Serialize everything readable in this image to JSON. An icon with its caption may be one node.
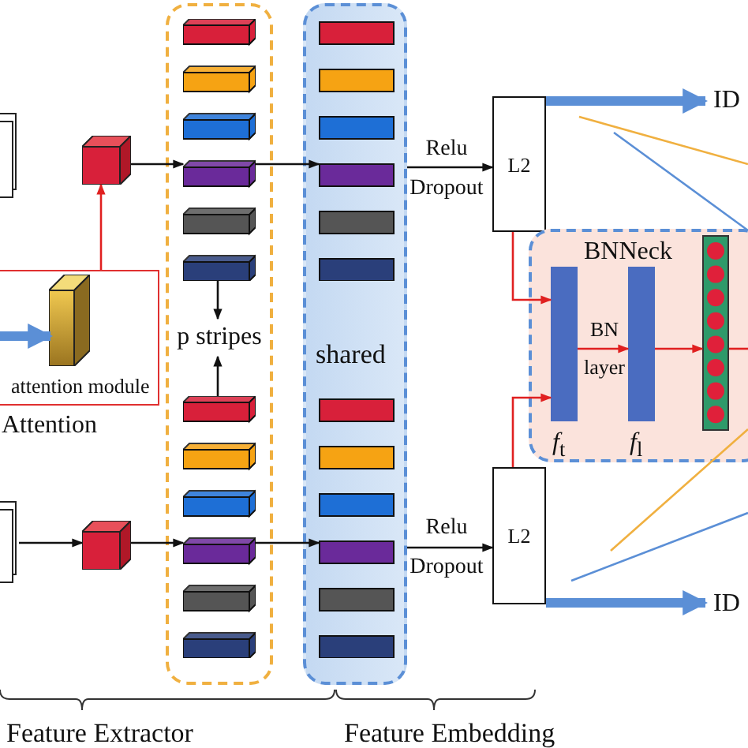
{
  "diagram": {
    "nodes": [
      {
        "text": [],
        "shape": "box"
      },
      {
        "text": [],
        "shape": "cube"
      },
      {
        "text": [
          "attention module"
        ],
        "beside": [
          "Attention"
        ]
      },
      {
        "text": [],
        "shape": "box",
        "in": 2
      },
      {
        "text": [],
        "shape": "box"
      },
      {
        "text": [],
        "shape": "bar",
        "in": 4
      },
      {
        "text": [
          "p stripes"
        ],
        "in": 4
      },
      {
        "text": [],
        "shape": "bar",
        "in": 4
      },
      {
        "text": [
          "shared"
        ]
      },
      {
        "text": [],
        "shape": "bar",
        "in": 8
      },
      {
        "text": [],
        "shape": "bar",
        "in": 8
      },
      {
        "text": [
          "L2"
        ]
      },
      {
        "text": [
          "L2"
        ]
      },
      {
        "text": [
          "ID"
        ]
      },
      {
        "text": [
          "ID"
        ]
      },
      {
        "text": [
          "BNNeck"
        ]
      },
      {
        "text": [],
        "shape": "bar",
        "in": 15,
        "beside": [
          "*f*$_{t}$"
        ]
      },
      {
        "text": [],
        "shape": "bar",
        "in": 15,
        "beside": [
          "*f*$_{l}$"
        ]
      },
      {
        "text": [],
        "shape": "bar",
        "in": 15
      },
      {
        "text": [],
        "shape": "box"
      },
      {
        "text": [],
        "shape": "cube"
      }
    ],
    "edges": [
      {
        "from": null,
        "to": 3,
        "arrow": "to",
        "style": "thick",
        "color": "#5b8fd6"
      },
      {
        "from": 2,
        "to": 1,
        "arrow": "to",
        "color": "#e02020"
      },
      {
        "from": 1,
        "to": 5,
        "arrow": "to"
      },
      {
        "from": 5,
        "to": 6,
        "arrow": "to"
      },
      {
        "from": 7,
        "to": 6,
        "arrow": "to"
      },
      {
        "from": 19,
        "to": 20,
        "arrow": "to"
      },
      {
        "from": 20,
        "to": 7,
        "arrow": "to"
      },
      {
        "from": 5,
        "to": 9,
        "arrow": "to"
      },
      {
        "from": 7,
        "to": 10,
        "arrow": "to"
      },
      {
        "from": 8,
        "to": 11,
        "arrow": "to",
        "label": "Relu Dropout"
      },
      {
        "from": 8,
        "to": 12,
        "arrow": "to",
        "label": "Relu Dropout"
      },
      {
        "from": 11,
        "to": 13,
        "arrow": "to",
        "style": "thick",
        "color": "#5b8fd6"
      },
      {
        "from": 12,
        "to": 14,
        "arrow": "to",
        "style": "thick",
        "color": "#5b8fd6"
      },
      {
        "from": 11,
        "to": 16,
        "arrow": "to",
        "color": "#e02020"
      },
      {
        "from": 12,
        "to": 16,
        "arrow": "to",
        "color": "#e02020"
      },
      {
        "from": 16,
        "to": 17,
        "arrow": "to",
        "color": "#e02020",
        "label": "BN layer"
      },
      {
        "from": 17,
        "to": 18,
        "arrow": "to",
        "color": "#e02020"
      },
      {
        "from": 18,
        "to": null,
        "arrow": "none",
        "color": "#e02020"
      }
    ],
    "labels": [
      "Feature Extractor",
      "Feature Embedding"
    ]
  }
}
